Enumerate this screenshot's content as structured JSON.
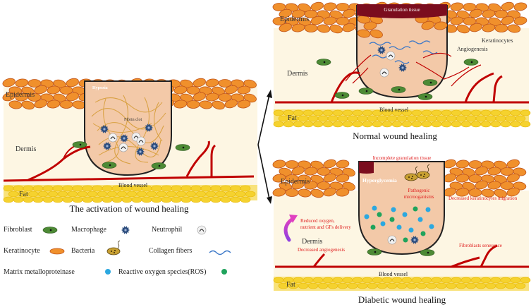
{
  "panels": {
    "activation": {
      "title": "The activation of wound healing",
      "labels": {
        "epidermis": "Epidermis",
        "dermis": "Dermis",
        "fat": "Fat",
        "blood_vessel": "Blood vessel",
        "hypoxia": "Hypoxia",
        "fibrin_clot": "Fibrin clot"
      }
    },
    "normal": {
      "title": "Normal wound healing",
      "labels": {
        "granulation": "Granulation tissue",
        "epidermis": "Epidermis",
        "keratinocytes": "Keratinocytes",
        "angiogenesis": "Angiogenesis",
        "dermis": "Dermis",
        "blood_vessel": "Blood vessel",
        "fat": "Fat"
      }
    },
    "diabetic": {
      "title": "Diabetic wound healing",
      "labels": {
        "incomplete_granulation": "Incomplete granulation tissue",
        "epidermis": "Epidermis",
        "hyperglycemia": "Hyperglycemia",
        "pathogenic_line1": "Pathogenic",
        "pathogenic_line2": "microoganisms",
        "decreased_keratinocytes": "Decreased keratinocytes migration",
        "reduced_line1": "Reduced oxygen,",
        "reduced_line2": "nutrient and GFs delivery",
        "dermis": "Dermis",
        "decreased_angiogenesis": "Decreased angiogenesis",
        "fibroblasts_senescence": "Fibroblasts senesence",
        "blood_vessel": "Blood vessel",
        "fat": "Fat"
      }
    }
  },
  "legend": {
    "fibroblast": "Fibroblast",
    "macrophage": "Macrophage",
    "neutrophil": "Neutrophil",
    "keratinocyte": "Keratinocyte",
    "bacteria": "Bacteria",
    "collagen": "Collagen fibers",
    "mmp": "Matrix metalloproteinase",
    "ros": "Reactive oxygen species(ROS)"
  },
  "colors": {
    "keratinocyte": "#f0902c",
    "keratinocyte_edge": "#c0551a",
    "dermis": "#fdf6e3",
    "fat": "#f5d22e",
    "wound": "#f3c9a8",
    "vessel": "#c00000",
    "fibroblast": "#4d8a35",
    "macrophage": "#2f4f7f",
    "collagen": "#3c78c8",
    "mmp": "#2ba8e0",
    "ros": "#1fa35c",
    "annotation_red": "#e02020",
    "granulation": "#7b0d1e",
    "arrow_magenta": "#c040d0"
  }
}
